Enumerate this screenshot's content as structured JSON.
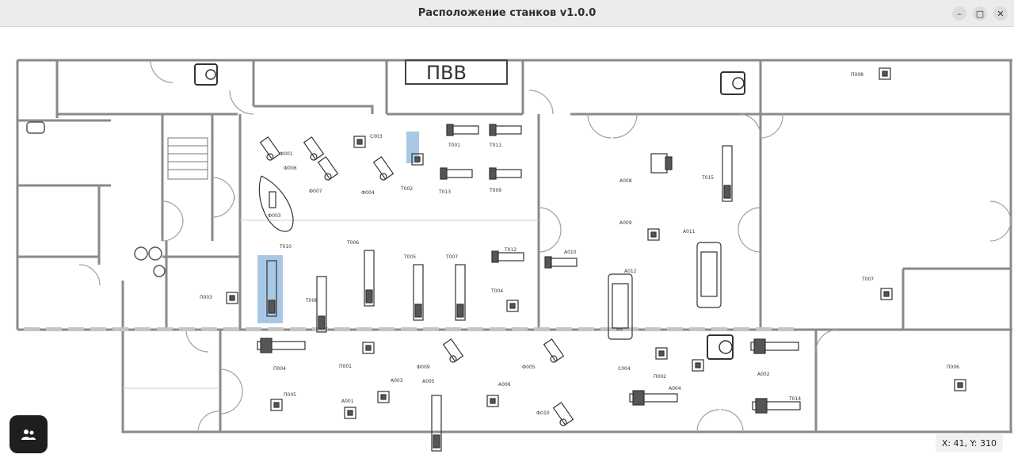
{
  "window": {
    "title": "Расположение станков v1.0.0",
    "minimize_glyph": "–",
    "maximize_glyph": "□",
    "close_glyph": "✕"
  },
  "plan": {
    "room_label": "ПВВ",
    "machines": [
      {
        "label": "Ф001"
      },
      {
        "label": "Ф006"
      },
      {
        "label": "Ф003"
      },
      {
        "label": "Ф007"
      },
      {
        "label": "Ф004"
      },
      {
        "label": "С003"
      },
      {
        "label": "Т002"
      },
      {
        "label": "Т001"
      },
      {
        "label": "Т011"
      },
      {
        "label": "Т013"
      },
      {
        "label": "Т009"
      },
      {
        "label": "А008"
      },
      {
        "label": "Т015"
      },
      {
        "label": "П008"
      },
      {
        "label": "А009"
      },
      {
        "label": "А011"
      },
      {
        "label": "Т010"
      },
      {
        "label": "Т008"
      },
      {
        "label": "Т006"
      },
      {
        "label": "Т005"
      },
      {
        "label": "Т007"
      },
      {
        "label": "Т012"
      },
      {
        "label": "Т004"
      },
      {
        "label": "А010"
      },
      {
        "label": "А012"
      },
      {
        "label": "П003"
      },
      {
        "label": "Т007"
      },
      {
        "label": "П004"
      },
      {
        "label": "П001"
      },
      {
        "label": "Ф009"
      },
      {
        "label": "Ф005"
      },
      {
        "label": "С004"
      },
      {
        "label": "А004"
      },
      {
        "label": "А002"
      },
      {
        "label": "П002"
      },
      {
        "label": "Т014"
      },
      {
        "label": "П005"
      },
      {
        "label": "А001"
      },
      {
        "label": "А003"
      },
      {
        "label": "А005"
      },
      {
        "label": "А006"
      },
      {
        "label": "Ф010"
      },
      {
        "label": "П006"
      }
    ]
  },
  "highlight_color": "#a9c8e6",
  "fab": {
    "icon": "people-icon"
  },
  "coords": {
    "text": "X: 41, Y: 310"
  }
}
